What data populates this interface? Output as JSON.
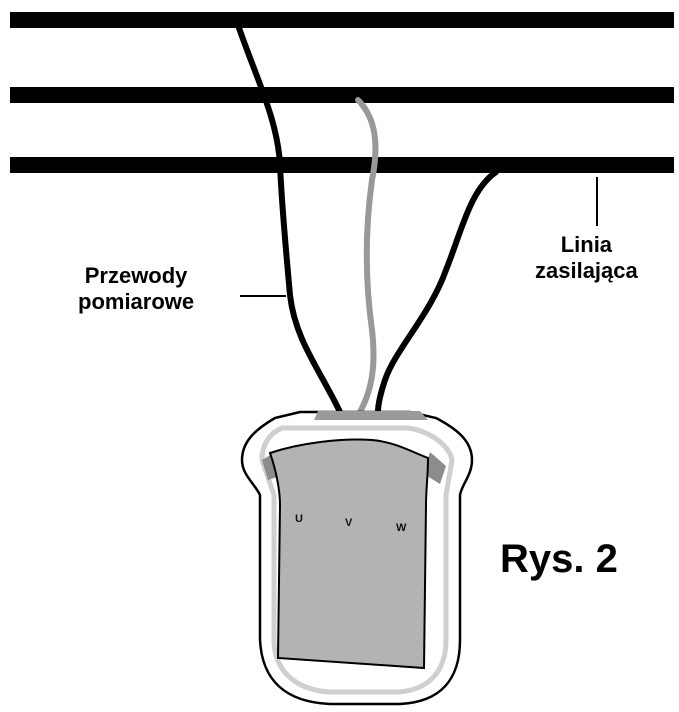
{
  "labels": {
    "measurement_wires_line1": "Przewody",
    "measurement_wires_line2": "pomiarowe",
    "supply_line_line1": "Linia",
    "supply_line_line2": "zasilająca",
    "figure_caption": "Rys. 2"
  },
  "terminals": [
    "U",
    "V",
    "W"
  ],
  "colors": {
    "line": "#000000",
    "wire_dark": "#000000",
    "wire_grey": "#999999",
    "device_panel": "#b3b3b3",
    "device_body": "#ffffff",
    "device_outline": "#000000"
  }
}
